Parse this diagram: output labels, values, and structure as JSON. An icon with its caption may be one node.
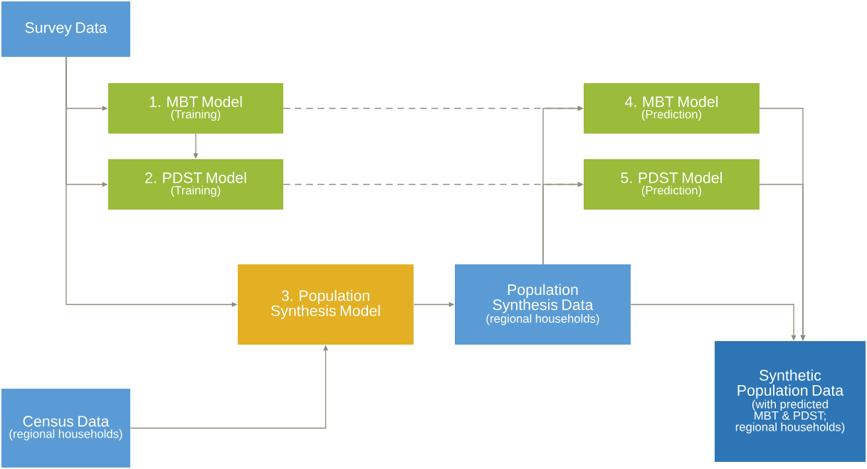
{
  "diagram": {
    "nodes": [
      {
        "text": [
          "Survey Data"
        ]
      },
      {
        "text": [
          "1. MBT Model",
          "(Training)"
        ]
      },
      {
        "text": [
          "2. PDST Model",
          "(Training)"
        ]
      },
      {
        "text": [
          "3. Population Synthesis Model"
        ]
      },
      {
        "text": [
          "Population Synthesis Data",
          "(regional households)"
        ]
      },
      {
        "text": [
          "4. MBT Model",
          "(Prediction)"
        ]
      },
      {
        "text": [
          "5. PDST Model",
          "(Prediction)"
        ]
      },
      {
        "text": [
          "Synthetic Population Data",
          "(with predicted MBT & PDST; regional households)"
        ]
      },
      {
        "text": [
          "Census Data",
          "(regional households)"
        ]
      }
    ],
    "edges": [
      {
        "from": 0,
        "to": 1,
        "arrow": "to"
      },
      {
        "from": 0,
        "to": 2,
        "arrow": "to"
      },
      {
        "from": 0,
        "to": 3,
        "arrow": "to"
      },
      {
        "from": 1,
        "to": 2,
        "arrow": "to"
      },
      {
        "from": 1,
        "to": 5,
        "arrow": "to",
        "style": "dashed"
      },
      {
        "from": 2,
        "to": 6,
        "arrow": "to",
        "style": "dashed"
      },
      {
        "from": 3,
        "to": 4,
        "arrow": "to"
      },
      {
        "from": 8,
        "to": 3,
        "arrow": "to"
      },
      {
        "from": 4,
        "to": 5,
        "arrow": "to"
      },
      {
        "from": 4,
        "to": 6,
        "arrow": "to"
      },
      {
        "from": 4,
        "to": 7,
        "arrow": "to"
      },
      {
        "from": 5,
        "to": 7,
        "arrow": "to"
      },
      {
        "from": 6,
        "to": 7,
        "arrow": "to"
      }
    ]
  }
}
